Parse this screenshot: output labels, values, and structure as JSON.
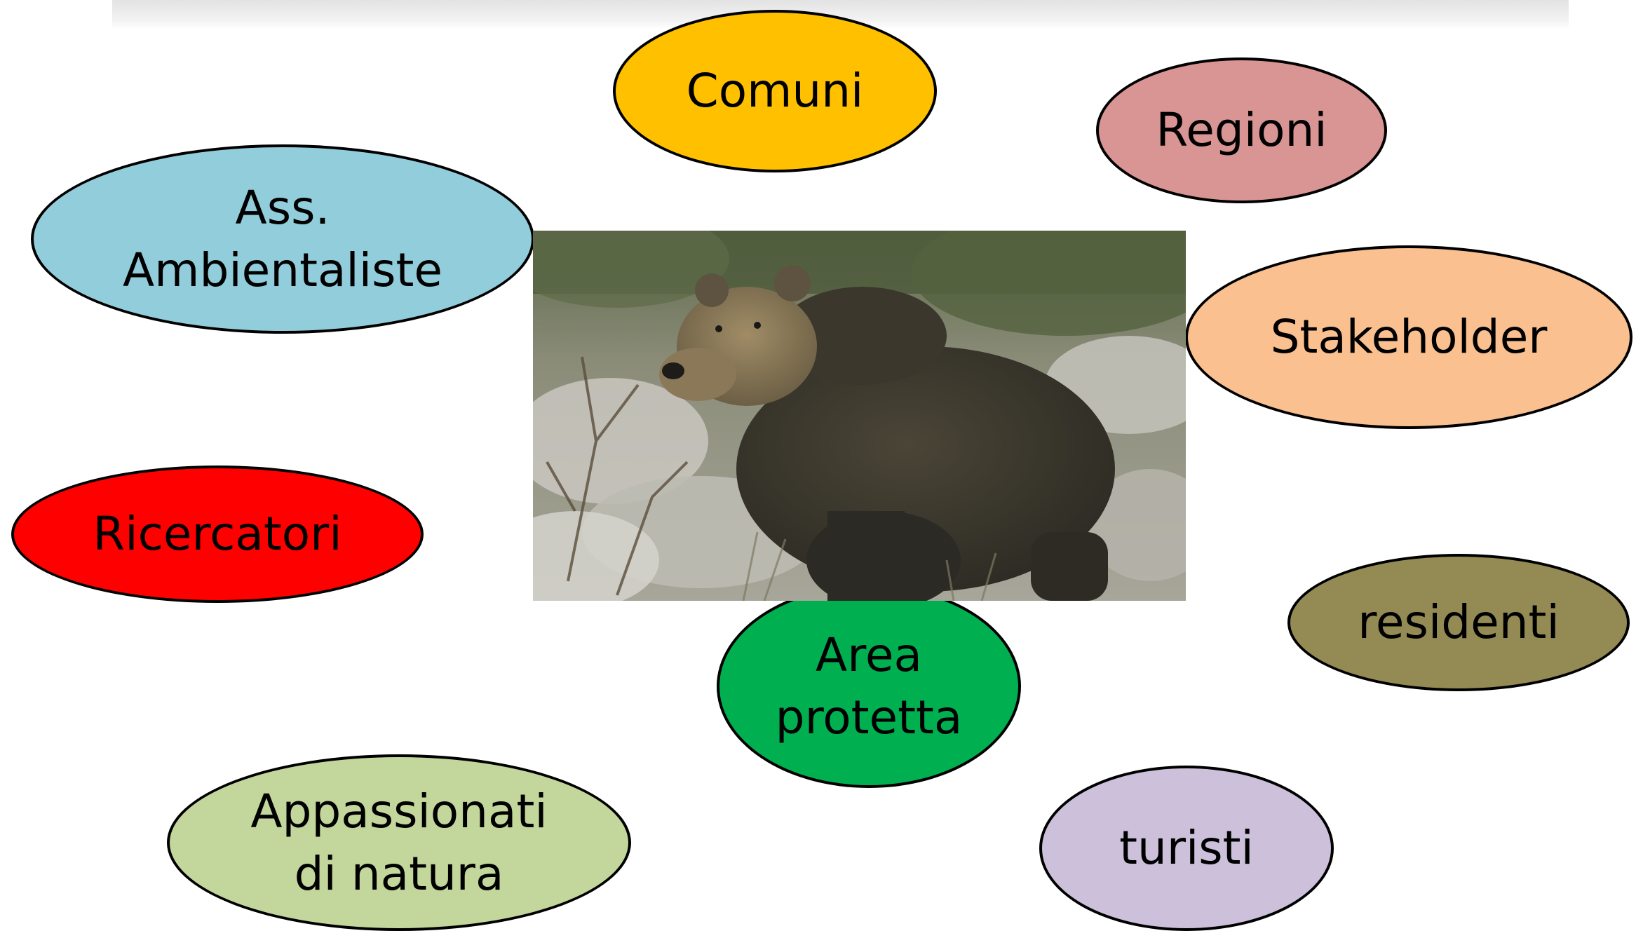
{
  "nodes": {
    "comuni": {
      "lines": [
        "Comuni"
      ],
      "color": "#FFC000"
    },
    "regioni": {
      "lines": [
        "Regioni"
      ],
      "color": "#D99594"
    },
    "ass_ambientaliste": {
      "lines": [
        "Ass.",
        "Ambientaliste"
      ],
      "color": "#92CDDC"
    },
    "stakeholder": {
      "lines": [
        "Stakeholder"
      ],
      "color": "#FAC08F"
    },
    "ricercatori": {
      "lines": [
        "Ricercatori"
      ],
      "color": "#FF0000"
    },
    "residenti": {
      "lines": [
        "residenti"
      ],
      "color": "#948A54"
    },
    "area_protetta": {
      "lines": [
        "Area",
        "protetta"
      ],
      "color": "#00B050"
    },
    "appassionati": {
      "lines": [
        "Appassionati",
        "di natura"
      ],
      "color": "#C3D69B"
    },
    "turisti": {
      "lines": [
        "turisti"
      ],
      "color": "#CCC0DA"
    }
  },
  "center_image": {
    "subject": "brown bear photo"
  }
}
